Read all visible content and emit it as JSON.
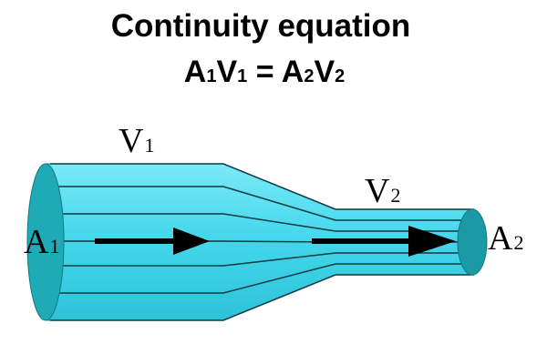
{
  "header": {
    "title": "Continuity equation",
    "equation": {
      "a1": "A",
      "a1_sub": "1",
      "v1": "V",
      "v1_sub": "1",
      "equals": " = ",
      "a2": "A",
      "a2_sub": "2",
      "v2": "V",
      "v2_sub": "2"
    }
  },
  "diagram": {
    "inlet_velocity": {
      "base": "V",
      "sub": "1"
    },
    "outlet_velocity": {
      "base": "V",
      "sub": "2"
    },
    "inlet_area": {
      "base": "A",
      "sub": "1"
    },
    "outlet_area": {
      "base": "A",
      "sub": "2"
    },
    "colors": {
      "pipe_body": "#3fd3e8",
      "pipe_light": "#7ce9f7",
      "inlet_face": "#1faab7",
      "outlet_face": "#1b9aa6",
      "streamline": "#0e3a3f",
      "arrow": "#000000"
    }
  }
}
